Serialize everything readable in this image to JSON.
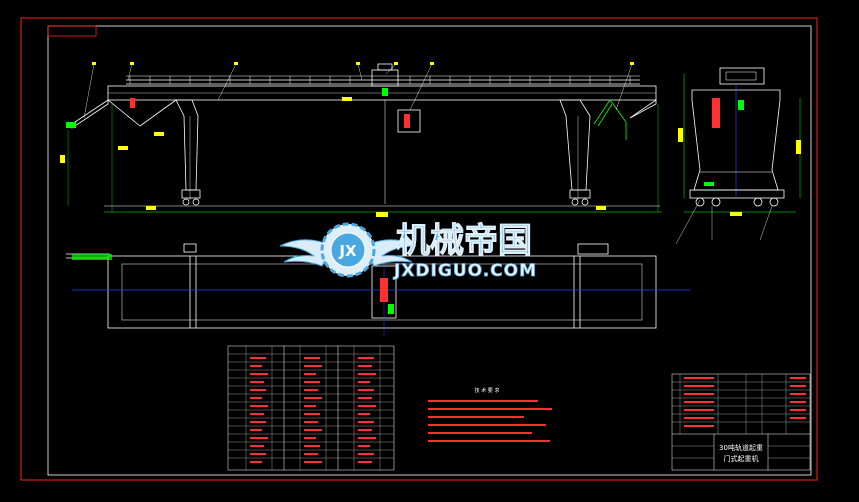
{
  "watermark": {
    "chinese": "机械帝国",
    "latin": "JXDIGUO.COM",
    "logo_letters": "JX"
  },
  "tech_requirements": {
    "heading": "技 术 要 求"
  },
  "title_block": {
    "name_line1": "30吨轨道起重",
    "name_line2": "门式起重机"
  },
  "colors": {
    "background": "#000000",
    "frame": "#ff2020",
    "line": "#ffffff",
    "dimension": "#00ff00",
    "label": "#ffff00",
    "axis": "#0000ff",
    "watermark_blue": "#4aa8e0"
  }
}
